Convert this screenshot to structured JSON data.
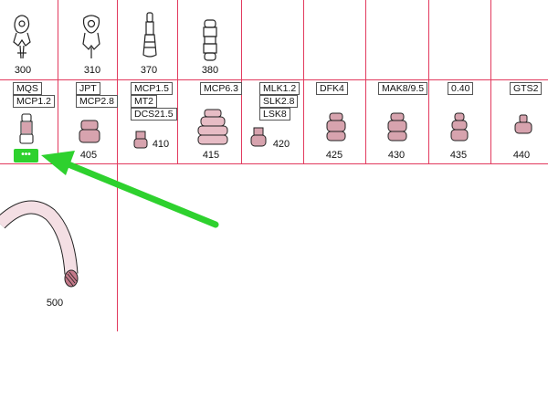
{
  "top_row": {
    "items": [
      {
        "num": "300"
      },
      {
        "num": "310"
      },
      {
        "num": "370"
      },
      {
        "num": "380"
      }
    ]
  },
  "mid_row": {
    "labels": {
      "c1a": "MQS",
      "c1b": "MCP1.2",
      "c2a": "JPT",
      "c2b": "MCP2.8",
      "c3a": "MCP1.5",
      "c3b": "MT2",
      "c3c": "DCS21.5",
      "c4a": "MCP6.3",
      "c5a": "MLK1.2",
      "c5b": "SLK2.8",
      "c5c": "LSK8",
      "c6a": "DFK4",
      "c7a": "MAK8/9.5",
      "c8a": "0.40",
      "c9a": "GTS2"
    },
    "nums": {
      "n405": "405",
      "n410": "410",
      "n415": "415",
      "n420": "420",
      "n425": "425",
      "n430": "430",
      "n435": "435",
      "n440": "440"
    },
    "badge_text": "•••"
  },
  "bottom": {
    "num500": "500"
  },
  "colors": {
    "grid": "#e23a5e",
    "arrow": "#2ed12e",
    "badge": "#2ed12e"
  }
}
